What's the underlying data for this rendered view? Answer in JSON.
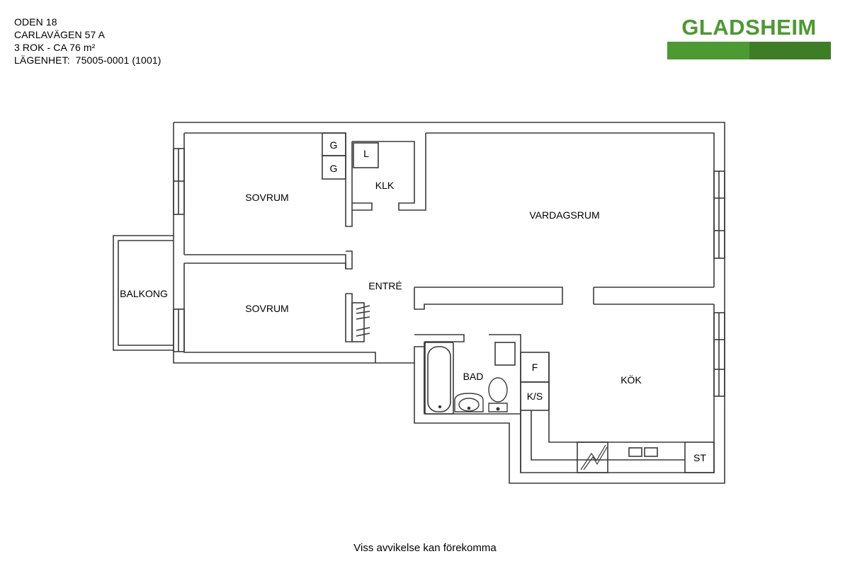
{
  "header": {
    "lines": [
      "ODEN 18",
      "CARLAVÄGEN 57 A",
      "3 ROK - CA 76 m²",
      "LÄGENHET:  75005-0001 (1001)"
    ]
  },
  "logo": {
    "text": "GLADSHEIM",
    "text_color": "#4a9a2f",
    "bar_light": "#4c9a32",
    "bar_dark": "#3c7d26"
  },
  "rooms": {
    "sovrum_1": "SOVRUM",
    "sovrum_2": "SOVRUM",
    "klk": "KLK",
    "vardagsrum": "VARDAGSRUM",
    "entre": "ENTRÉ",
    "balkong": "BALKONG",
    "bad": "BAD",
    "kok": "KÖK"
  },
  "fixtures": {
    "wardrobe_top": "G",
    "wardrobe_bottom": "G",
    "linen": "L",
    "fridge": "F",
    "fridge_freezer": "K/S",
    "stove": "ST"
  },
  "footer": {
    "note": "Viss avvikelse kan förekomma"
  }
}
